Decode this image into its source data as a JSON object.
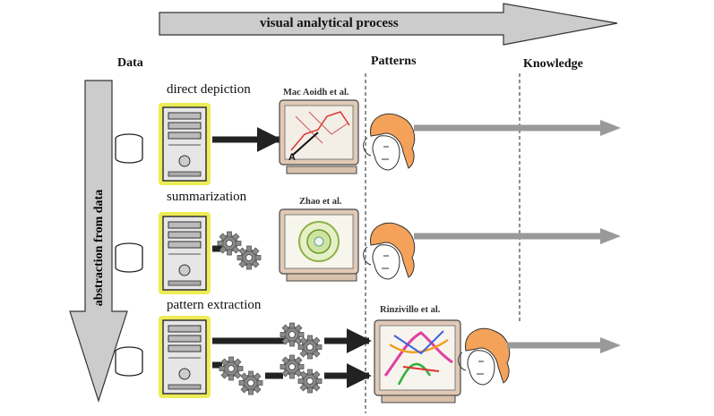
{
  "title": "visual analytical process",
  "headers": {
    "data": "Data",
    "patterns": "Patterns",
    "knowledge": "Knowledge"
  },
  "axis_label": "abstraction from data",
  "rows": [
    {
      "stage": "direct depiction",
      "citation": "Mac Aoidh et al."
    },
    {
      "stage": "summarization",
      "citation": "Zhao et al."
    },
    {
      "stage": "pattern extraction",
      "citation": "Rinzivillo et al."
    }
  ],
  "map_marker": "A",
  "colors": {
    "arrow_fill": "#cccccc",
    "arrow_stroke": "#333333",
    "output_arrow": "#999999",
    "computer_glow": "#e8e84a",
    "monitor_frame": "#e0c9b6",
    "hair": "#f4a25a"
  },
  "icons": [
    "database-icon",
    "computer-icon",
    "gear-icon",
    "monitor-icon",
    "person-icon",
    "arrow-icon"
  ]
}
